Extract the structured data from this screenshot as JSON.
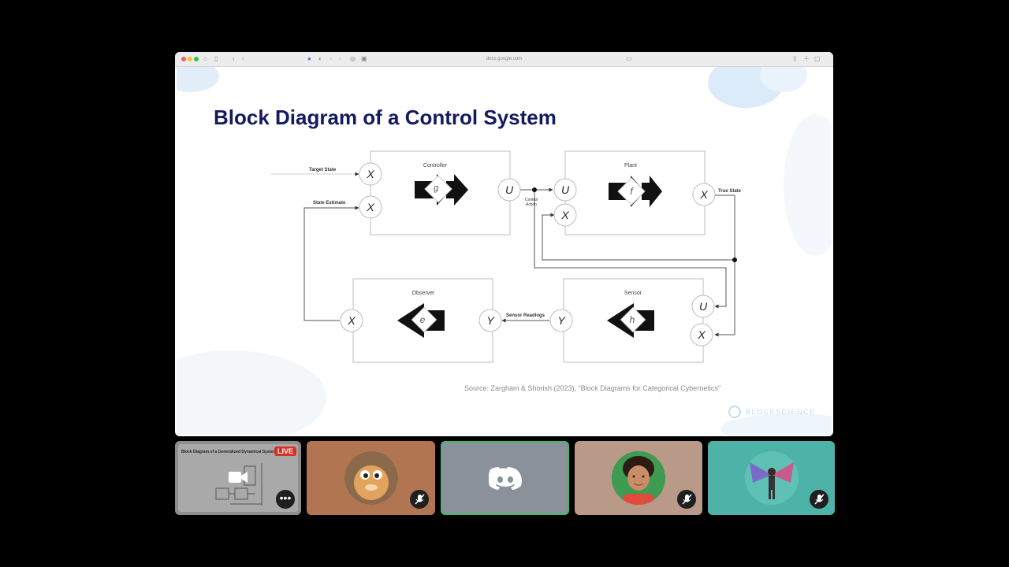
{
  "browser": {
    "url": "docs.google.com"
  },
  "slide": {
    "title": "Block Diagram of a Control System",
    "source": "Source: Zargham & Shorish (2023), \"Block Diagrams for Categorical Cybernetics\"",
    "logo": "BLOCKSCIENCE"
  },
  "diagram": {
    "blocks": {
      "controller": "Controller",
      "plant": "Plant",
      "observer": "Observer",
      "sensor": "Sensor"
    },
    "functions": {
      "controller": "g",
      "plant": "f",
      "observer": "e",
      "sensor": "h"
    },
    "ports": {
      "x": "X",
      "u": "U",
      "y": "Y"
    },
    "edges": {
      "target_state": "Target State",
      "state_estimate": "State Estimate",
      "control_action_1": "Control",
      "control_action_2": "Action",
      "true_state": "True State",
      "sensor_readings": "Sensor Readings"
    }
  },
  "participants": [
    {
      "kind": "screen-share",
      "title": "Block Diagram of a Generalized Dynamical System",
      "badge": "LIVE",
      "more": "•••"
    },
    {
      "kind": "avatar",
      "bg": "#b17552",
      "muted": true
    },
    {
      "kind": "discord",
      "bg": "#8a919b",
      "active": true
    },
    {
      "kind": "avatar",
      "bg": "#b99a88",
      "muted": true
    },
    {
      "kind": "avatar",
      "bg": "#4db2a8",
      "muted": true
    }
  ]
}
